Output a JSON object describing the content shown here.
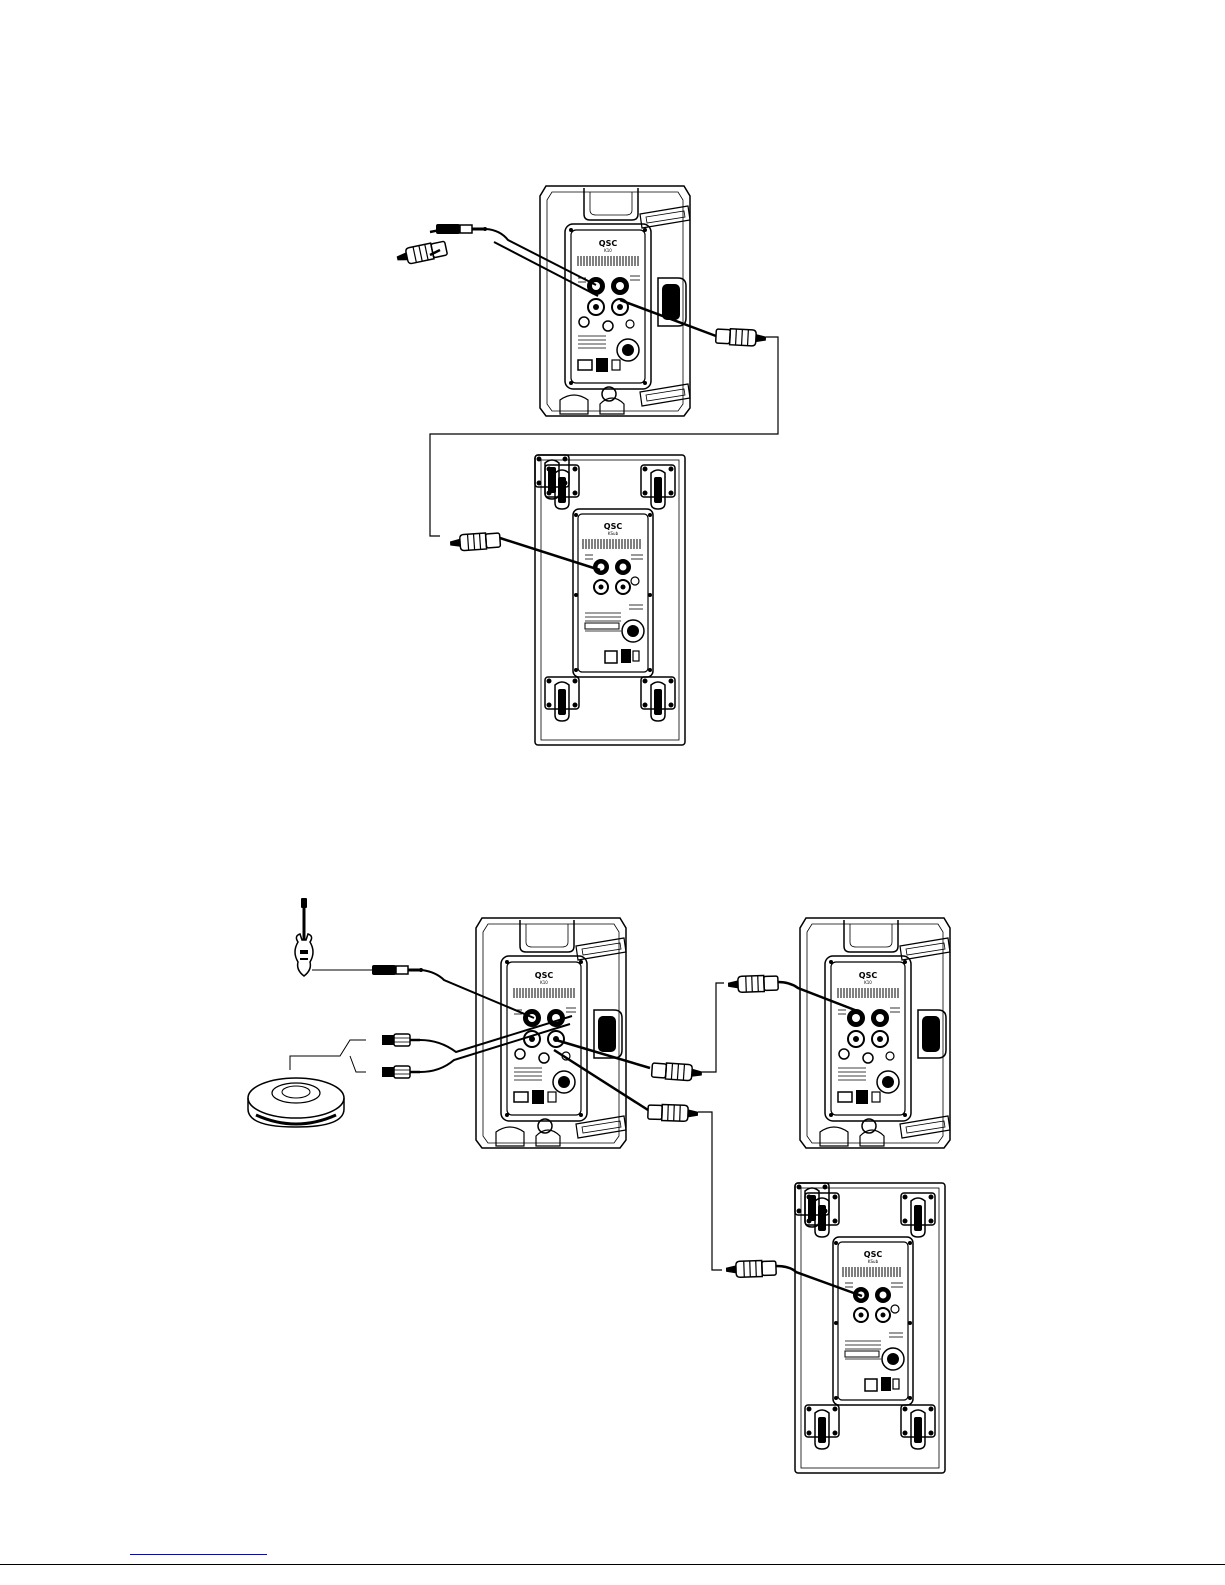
{
  "speaker_brand": "QSC",
  "top_model": "K10",
  "sub_model": "KSub",
  "colors": {
    "ink": "#000000",
    "link": "#0000ff"
  },
  "icons": [
    "guitar-icon",
    "cd-player-icon",
    "trs-plug-icon",
    "xlr-plug-icon",
    "rca-plug-icon"
  ]
}
